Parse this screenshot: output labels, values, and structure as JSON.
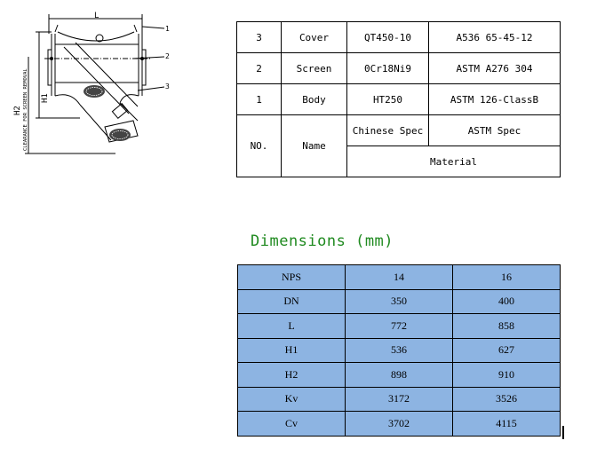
{
  "drawing": {
    "dim_labels": {
      "length": "L",
      "height1": "H1",
      "height2": "H2",
      "clearance": "CLEARANCE FOR SCREEN REMOVAL"
    },
    "callouts": [
      "1",
      "2",
      "3"
    ]
  },
  "material_table": {
    "rows": [
      {
        "no": "3",
        "name": "Cover",
        "chinese_spec": "QT450-10",
        "astm_spec": "A536 65-45-12"
      },
      {
        "no": "2",
        "name": "Screen",
        "chinese_spec": "0Cr18Ni9",
        "astm_spec": "ASTM A276 304"
      },
      {
        "no": "1",
        "name": "Body",
        "chinese_spec": "HT250",
        "astm_spec": "ASTM 126-ClassB"
      }
    ],
    "header": {
      "no": "NO.",
      "name": "Name",
      "chinese_spec": "Chinese Spec",
      "astm_spec": "ASTM Spec",
      "material": "Material"
    }
  },
  "dimensions": {
    "title": "Dimensions (mm)",
    "rows": [
      {
        "label": "NPS",
        "a": "14",
        "b": "16"
      },
      {
        "label": "DN",
        "a": "350",
        "b": "400"
      },
      {
        "label": "L",
        "a": "772",
        "b": "858"
      },
      {
        "label": "H1",
        "a": "536",
        "b": "627"
      },
      {
        "label": "H2",
        "a": "898",
        "b": "910"
      },
      {
        "label": "Kv",
        "a": "3172",
        "b": "3526"
      },
      {
        "label": "Cv",
        "a": "3702",
        "b": "4115"
      }
    ]
  }
}
